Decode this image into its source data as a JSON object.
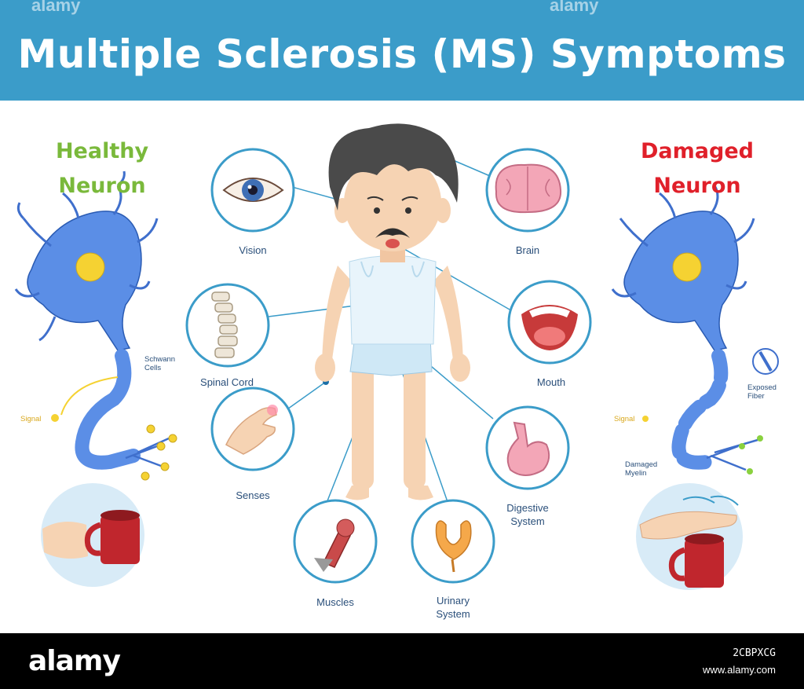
{
  "header": {
    "title": "Multiple Sclerosis (MS) Symptoms",
    "watermark_left": "alamy",
    "watermark_right": "alamy"
  },
  "left": {
    "heading_line1": "Healthy",
    "heading_line2": "Neuron",
    "heading_color": "#7ab93b",
    "labels": {
      "schwann_line1": "Schwann",
      "schwann_line2": "Cells",
      "signal": "Signal"
    }
  },
  "right": {
    "heading_line1": "Damaged",
    "heading_line2": "Neuron",
    "heading_color": "#e0202a",
    "labels": {
      "exposed_line1": "Exposed",
      "exposed_line2": "Fiber",
      "signal": "Signal",
      "damaged_line1": "Damaged",
      "damaged_line2": "Myelin"
    }
  },
  "symptoms": {
    "vision": "Vision",
    "brain": "Brain",
    "spinal_cord": "Spinal Cord",
    "mouth": "Mouth",
    "senses": "Senses",
    "digestive_line1": "Digestive",
    "digestive_line2": "System",
    "muscles": "Muscles",
    "urinary_line1": "Urinary",
    "urinary_line2": "System"
  },
  "footer": {
    "logo": "alamy",
    "image_id": "2CBPXCG",
    "site": "www.alamy.com"
  },
  "colors": {
    "header": "#3b9cc9",
    "circle_stroke": "#3b9cc9",
    "neuron": "#5b8ee6",
    "cup": "#c0262d"
  }
}
